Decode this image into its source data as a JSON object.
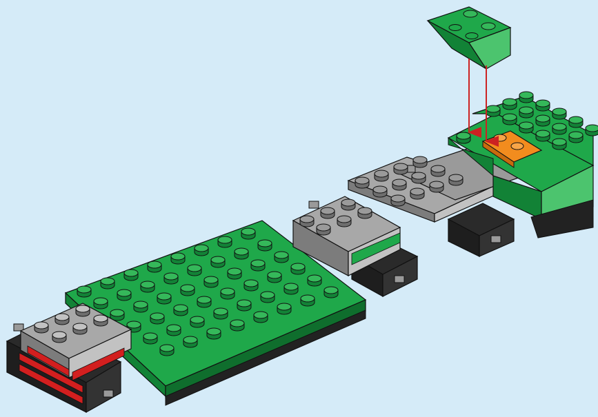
{
  "background_color": "#d5ebf8",
  "colors": {
    "green": "#1fa84a",
    "green_dark": "#128236",
    "green_light": "#4cc46e",
    "gray": "#9a9a9a",
    "gray_dark": "#6e6e6e",
    "gray_light": "#c2c2c2",
    "black": "#222222",
    "red": "#d21f1f",
    "orange": "#f28c1e",
    "arrow": "#cc2222"
  },
  "parts": [
    {
      "name": "green-plate-large",
      "color": "green"
    },
    {
      "name": "gray-tile-left",
      "color": "gray"
    },
    {
      "name": "red-stripe-left",
      "color": "red"
    },
    {
      "name": "black-axle-holder-left",
      "color": "black"
    },
    {
      "name": "gray-brick-middle",
      "color": "gray"
    },
    {
      "name": "black-axle-holder-middle",
      "color": "black"
    },
    {
      "name": "gray-plate-center",
      "color": "gray"
    },
    {
      "name": "black-axle-holder-right",
      "color": "black"
    },
    {
      "name": "green-brick-right",
      "color": "green"
    },
    {
      "name": "orange-plate",
      "color": "orange"
    },
    {
      "name": "green-slope-piece",
      "color": "green"
    }
  ],
  "arrows": 2
}
